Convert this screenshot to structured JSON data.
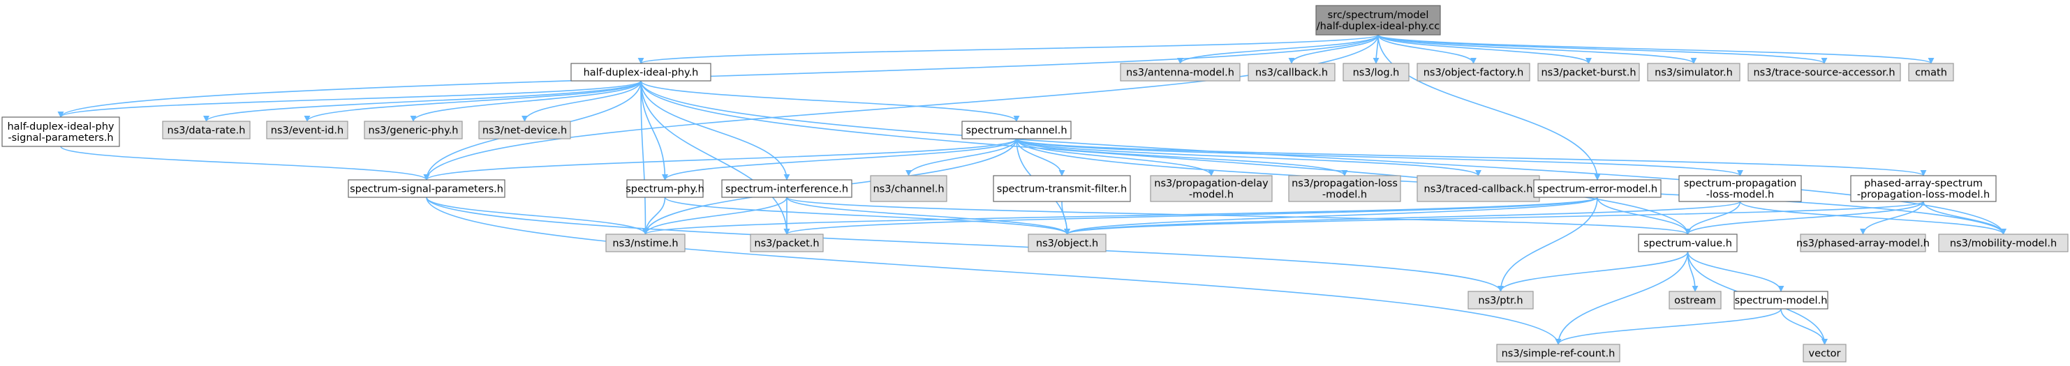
{
  "title": "src/spectrum/model/half-duplex-ideal-phy.cc",
  "colors": {
    "root_fill": "#999999",
    "local_fill": "#ffffff",
    "external_fill": "#e0e0e0",
    "edge": "#63b8ff",
    "border": "#666666"
  },
  "nodes": [
    {
      "id": "root",
      "lines": [
        "src/spectrum/model",
        "/half-duplex-ideal-phy.cc"
      ],
      "kind": "root"
    },
    {
      "id": "antenna",
      "lines": [
        "ns3/antenna-model.h"
      ],
      "kind": "external"
    },
    {
      "id": "callback",
      "lines": [
        "ns3/callback.h"
      ],
      "kind": "external"
    },
    {
      "id": "log",
      "lines": [
        "ns3/log.h"
      ],
      "kind": "external"
    },
    {
      "id": "objfactory",
      "lines": [
        "ns3/object-factory.h"
      ],
      "kind": "external"
    },
    {
      "id": "packetburst",
      "lines": [
        "ns3/packet-burst.h"
      ],
      "kind": "external"
    },
    {
      "id": "simulator",
      "lines": [
        "ns3/simulator.h"
      ],
      "kind": "external"
    },
    {
      "id": "tracesrc",
      "lines": [
        "ns3/trace-source-accessor.h"
      ],
      "kind": "external"
    },
    {
      "id": "cmath",
      "lines": [
        "cmath"
      ],
      "kind": "external"
    },
    {
      "id": "hdphy",
      "lines": [
        "half-duplex-ideal-phy.h"
      ],
      "kind": "local"
    },
    {
      "id": "sigparams",
      "lines": [
        "half-duplex-ideal-phy",
        "-signal-parameters.h"
      ],
      "kind": "local"
    },
    {
      "id": "datarate",
      "lines": [
        "ns3/data-rate.h"
      ],
      "kind": "external"
    },
    {
      "id": "eventid",
      "lines": [
        "ns3/event-id.h"
      ],
      "kind": "external"
    },
    {
      "id": "genphy",
      "lines": [
        "ns3/generic-phy.h"
      ],
      "kind": "external"
    },
    {
      "id": "netdev",
      "lines": [
        "ns3/net-device.h"
      ],
      "kind": "external"
    },
    {
      "id": "specchan",
      "lines": [
        "spectrum-channel.h"
      ],
      "kind": "local"
    },
    {
      "id": "specsig",
      "lines": [
        "spectrum-signal-parameters.h"
      ],
      "kind": "local"
    },
    {
      "id": "specphy",
      "lines": [
        "spectrum-phy.h"
      ],
      "kind": "local"
    },
    {
      "id": "specint",
      "lines": [
        "spectrum-interference.h"
      ],
      "kind": "local"
    },
    {
      "id": "channel",
      "lines": [
        "ns3/channel.h"
      ],
      "kind": "external"
    },
    {
      "id": "txfilter",
      "lines": [
        "spectrum-transmit-filter.h"
      ],
      "kind": "local"
    },
    {
      "id": "propdelay",
      "lines": [
        "ns3/propagation-delay",
        "-model.h"
      ],
      "kind": "external"
    },
    {
      "id": "proploss",
      "lines": [
        "ns3/propagation-loss",
        "-model.h"
      ],
      "kind": "external"
    },
    {
      "id": "tracedcb",
      "lines": [
        "ns3/traced-callback.h"
      ],
      "kind": "external"
    },
    {
      "id": "specerr",
      "lines": [
        "spectrum-error-model.h"
      ],
      "kind": "local"
    },
    {
      "id": "specprop",
      "lines": [
        "spectrum-propagation",
        "-loss-model.h"
      ],
      "kind": "local"
    },
    {
      "id": "phased",
      "lines": [
        "phased-array-spectrum",
        "-propagation-loss-model.h"
      ],
      "kind": "local"
    },
    {
      "id": "nstime",
      "lines": [
        "ns3/nstime.h"
      ],
      "kind": "external"
    },
    {
      "id": "packet",
      "lines": [
        "ns3/packet.h"
      ],
      "kind": "external"
    },
    {
      "id": "object",
      "lines": [
        "ns3/object.h"
      ],
      "kind": "external"
    },
    {
      "id": "specval",
      "lines": [
        "spectrum-value.h"
      ],
      "kind": "local"
    },
    {
      "id": "phasedmodel",
      "lines": [
        "ns3/phased-array-model.h"
      ],
      "kind": "external"
    },
    {
      "id": "mobility",
      "lines": [
        "ns3/mobility-model.h"
      ],
      "kind": "external"
    },
    {
      "id": "ptr",
      "lines": [
        "ns3/ptr.h"
      ],
      "kind": "external"
    },
    {
      "id": "ostream",
      "lines": [
        "ostream"
      ],
      "kind": "external"
    },
    {
      "id": "specmodel",
      "lines": [
        "spectrum-model.h"
      ],
      "kind": "local"
    },
    {
      "id": "simpleref",
      "lines": [
        "ns3/simple-ref-count.h"
      ],
      "kind": "external"
    },
    {
      "id": "vector",
      "lines": [
        "vector"
      ],
      "kind": "external"
    }
  ],
  "edges": [
    [
      "root",
      "hdphy"
    ],
    [
      "root",
      "antenna"
    ],
    [
      "root",
      "callback"
    ],
    [
      "root",
      "log"
    ],
    [
      "root",
      "objfactory"
    ],
    [
      "root",
      "packetburst"
    ],
    [
      "root",
      "simulator"
    ],
    [
      "root",
      "tracesrc"
    ],
    [
      "root",
      "cmath"
    ],
    [
      "root",
      "sigparams"
    ],
    [
      "root",
      "specsig"
    ],
    [
      "root",
      "specerr"
    ],
    [
      "hdphy",
      "sigparams"
    ],
    [
      "hdphy",
      "datarate"
    ],
    [
      "hdphy",
      "eventid"
    ],
    [
      "hdphy",
      "genphy"
    ],
    [
      "hdphy",
      "netdev"
    ],
    [
      "hdphy",
      "specchan"
    ],
    [
      "hdphy",
      "specphy"
    ],
    [
      "hdphy",
      "specint"
    ],
    [
      "hdphy",
      "nstime"
    ],
    [
      "hdphy",
      "packet"
    ],
    [
      "hdphy",
      "specval"
    ],
    [
      "hdphy",
      "mobility"
    ],
    [
      "hdphy",
      "specsig"
    ],
    [
      "sigparams",
      "specsig"
    ],
    [
      "specchan",
      "specsig"
    ],
    [
      "specchan",
      "specphy"
    ],
    [
      "specchan",
      "channel"
    ],
    [
      "specchan",
      "txfilter"
    ],
    [
      "specchan",
      "propdelay"
    ],
    [
      "specchan",
      "proploss"
    ],
    [
      "specchan",
      "tracedcb"
    ],
    [
      "specchan",
      "specprop"
    ],
    [
      "specchan",
      "phased"
    ],
    [
      "specchan",
      "nstime"
    ],
    [
      "specchan",
      "object"
    ],
    [
      "specchan",
      "mobility"
    ],
    [
      "specsig",
      "nstime"
    ],
    [
      "specsig",
      "ptr"
    ],
    [
      "specsig",
      "simpleref"
    ],
    [
      "specphy",
      "nstime"
    ],
    [
      "specphy",
      "object"
    ],
    [
      "specint",
      "nstime"
    ],
    [
      "specint",
      "packet"
    ],
    [
      "specint",
      "object"
    ],
    [
      "specint",
      "specval"
    ],
    [
      "txfilter",
      "object"
    ],
    [
      "specerr",
      "nstime"
    ],
    [
      "specerr",
      "packet"
    ],
    [
      "specerr",
      "object"
    ],
    [
      "specerr",
      "specval"
    ],
    [
      "specerr",
      "ptr"
    ],
    [
      "specprop",
      "object"
    ],
    [
      "specprop",
      "specval"
    ],
    [
      "specprop",
      "mobility"
    ],
    [
      "phased",
      "specval"
    ],
    [
      "phased",
      "phasedmodel"
    ],
    [
      "phased",
      "mobility"
    ],
    [
      "phased",
      "object"
    ],
    [
      "specval",
      "ptr"
    ],
    [
      "specval",
      "ostream"
    ],
    [
      "specval",
      "specmodel"
    ],
    [
      "specval",
      "vector"
    ],
    [
      "specval",
      "simpleref"
    ],
    [
      "specmodel",
      "simpleref"
    ],
    [
      "specmodel",
      "vector"
    ]
  ]
}
